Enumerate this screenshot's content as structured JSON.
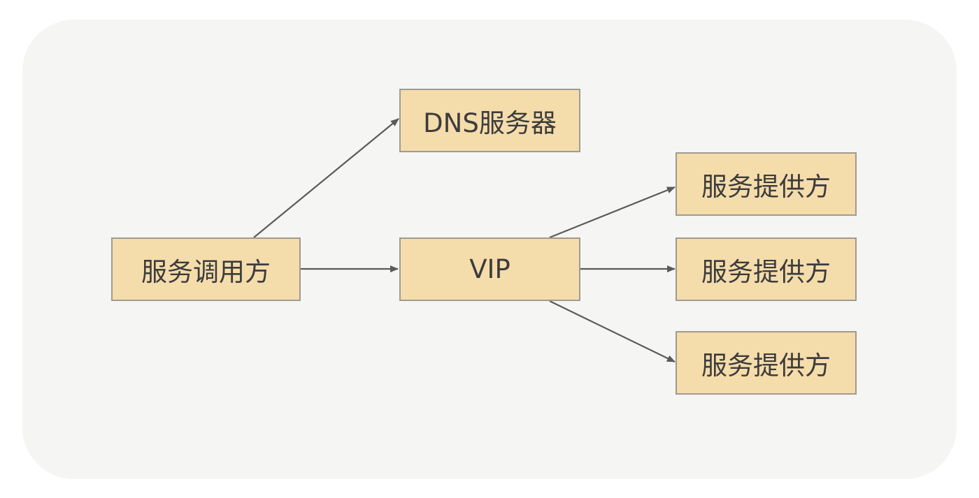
{
  "diagram": {
    "nodes": {
      "caller": "服务调用方",
      "dns": "DNS服务器",
      "vip": "VIP",
      "provider_1": "服务提供方",
      "provider_2": "服务提供方",
      "provider_3": "服务提供方"
    },
    "edges": [
      {
        "from": "caller",
        "to": "dns"
      },
      {
        "from": "caller",
        "to": "vip"
      },
      {
        "from": "vip",
        "to": "provider_1"
      },
      {
        "from": "vip",
        "to": "provider_2"
      },
      {
        "from": "vip",
        "to": "provider_3"
      }
    ],
    "colors": {
      "node_fill": "#f5dcab",
      "node_border": "#a09a92",
      "edge": "#5a5a5a",
      "background": "#f5f5f3"
    }
  }
}
